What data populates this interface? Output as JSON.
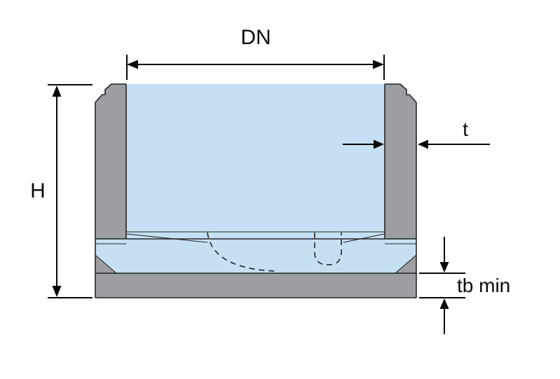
{
  "diagram": {
    "labels": {
      "dn": "DN",
      "h": "H",
      "t": "t",
      "tb_min": "tb min"
    },
    "colors": {
      "wall": "#9c9ea1",
      "interior": "#c5e0f3",
      "background": "#ffffff"
    }
  }
}
